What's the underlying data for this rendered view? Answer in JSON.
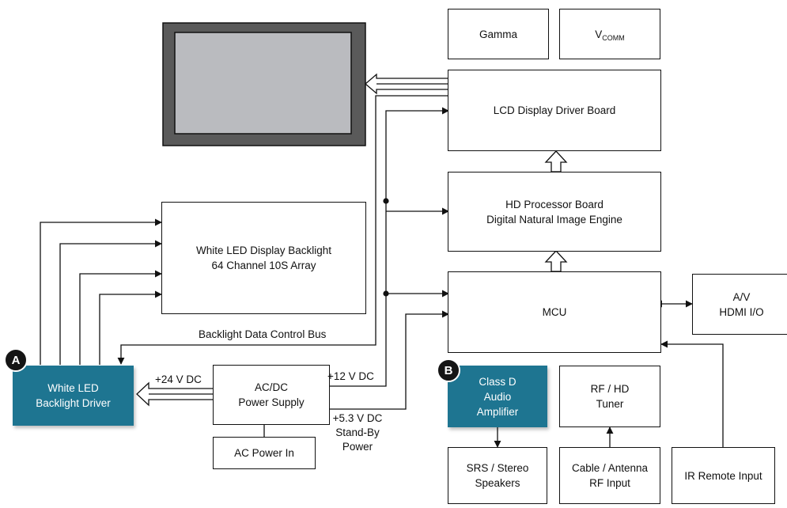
{
  "blocks": {
    "gamma": "Gamma",
    "vcomm": {
      "main": "V",
      "sub": "COMM"
    },
    "lcd_driver": "LCD Display Driver Board",
    "hd_processor": [
      "HD Processor Board",
      "Digital Natural Image Engine"
    ],
    "backlight_array": [
      "White LED Display Backlight",
      "64 Channel 10S Array"
    ],
    "mcu": "MCU",
    "av_io": [
      "A/V",
      "HDMI I/O"
    ],
    "led_driver": [
      "White LED",
      "Backlight Driver"
    ],
    "power_supply": [
      "AC/DC",
      "Power Supply"
    ],
    "ac_power_in": "AC Power In",
    "audio_amp": [
      "Class D",
      "Audio",
      "Amplifier"
    ],
    "tuner": [
      "RF / HD",
      "Tuner"
    ],
    "speakers": [
      "SRS / Stereo",
      "Speakers"
    ],
    "rf_input": [
      "Cable / Antenna",
      "RF Input"
    ],
    "ir_remote": "IR Remote Input"
  },
  "labels": {
    "bus": "Backlight Data Control Bus",
    "v24": "+24 V DC",
    "v12": "+12 V DC",
    "v53": [
      "+5.3 V DC",
      "Stand-By",
      "Power"
    ]
  },
  "badges": {
    "a": "A",
    "b": "B"
  },
  "colors": {
    "accent": "#1e7591",
    "panel_frame": "#5a5a5a",
    "panel_screen": "#babbbf"
  }
}
